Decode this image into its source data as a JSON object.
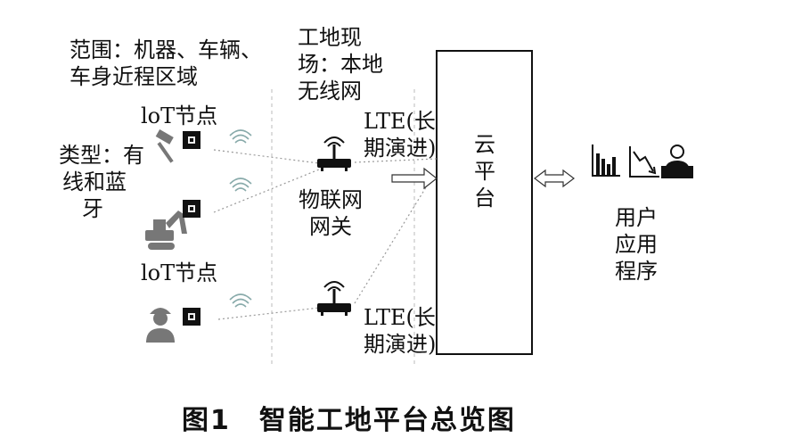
{
  "labels": {
    "scope_line1": "范围：机器、车辆、",
    "scope_line2": "车身近程区域",
    "site_line1": "工地现",
    "site_line2": "场：本地",
    "site_line3": "无线网",
    "iot_node_top": "loT节点",
    "type_line1": "类型：有",
    "type_line2": "线和蓝",
    "type_line3": "牙",
    "iot_node_bottom": "loT节点",
    "lte_top_line1": "LTE(长",
    "lte_top_line2": "期演进)",
    "lte_bottom_line1": "LTE(长",
    "lte_bottom_line2": "期演进)",
    "gateway_line1": "物联网",
    "gateway_line2": "网关",
    "cloud_line1": "云",
    "cloud_line2": "平",
    "cloud_line3": "台",
    "app_line1": "用户",
    "app_line2": "应用",
    "app_line3": "程序"
  },
  "caption": "图1　智能工地平台总览图",
  "icons": [
    "hammer-icon",
    "excavator-icon",
    "worker-icon",
    "router-icon",
    "chart-icon",
    "graph-down-icon",
    "user-computer-icon",
    "wifi-icon",
    "chip-icon"
  ]
}
